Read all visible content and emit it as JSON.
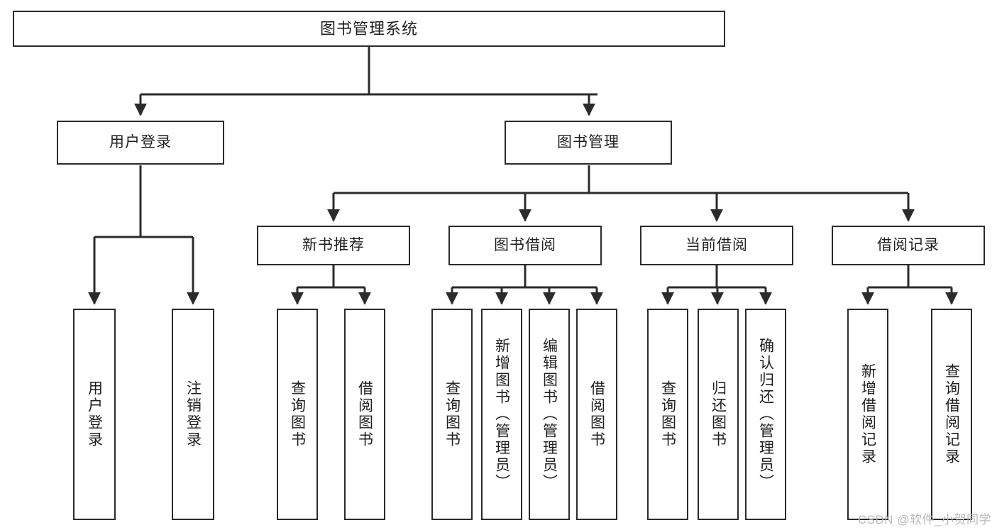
{
  "diagram": {
    "title": "图书管理系统",
    "watermark": "CSDN @软件_小贺同学",
    "colors": {
      "background": "#ffffff",
      "box_border": "#2b2b2b",
      "box_fill": "#ffffff",
      "connector": "#2b2b2b",
      "text": "#1f1f1f",
      "watermark": "#b9b9b9"
    },
    "nodes": {
      "root": {
        "label": "图书管理系统"
      },
      "level2": [
        {
          "label": "用户登录"
        },
        {
          "label": "图书管理"
        }
      ],
      "level3": [
        {
          "label": "新书推荐"
        },
        {
          "label": "图书借阅"
        },
        {
          "label": "当前借阅"
        },
        {
          "label": "借阅记录"
        }
      ],
      "leaves": {
        "user_login": [
          {
            "label": "用户登录"
          },
          {
            "label": "注销登录"
          }
        ],
        "new_book_recommend": [
          {
            "label": "查询图书"
          },
          {
            "label": "借阅图书"
          }
        ],
        "book_borrow": [
          {
            "label": "查询图书"
          },
          {
            "label": "新增图书（管理员）"
          },
          {
            "label": "编辑图书（管理员）"
          },
          {
            "label": "借阅图书"
          }
        ],
        "current_borrow": [
          {
            "label": "查询图书"
          },
          {
            "label": "归还图书"
          },
          {
            "label": "确认归还（管理员）"
          }
        ],
        "borrow_record": [
          {
            "label": "新增借阅记录"
          },
          {
            "label": "查询借阅记录"
          }
        ]
      }
    }
  }
}
